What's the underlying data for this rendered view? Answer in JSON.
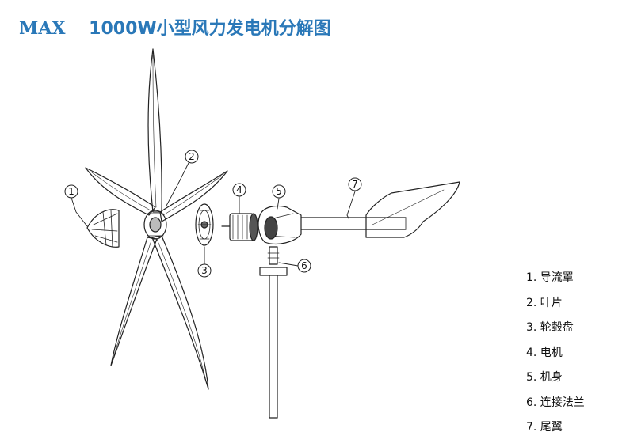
{
  "title": {
    "brand": "MAX",
    "model": "1000W小型风力发电机分解图"
  },
  "colors": {
    "title": "#2a78b8",
    "line": "#222222"
  },
  "callouts": [
    "1",
    "2",
    "3",
    "4",
    "5",
    "6",
    "7"
  ],
  "legend": [
    "1. 导流罩",
    "2. 叶片",
    "3. 轮毂盘",
    "4. 电机",
    "5. 机身",
    "6. 连接法兰",
    "7. 尾翼"
  ]
}
